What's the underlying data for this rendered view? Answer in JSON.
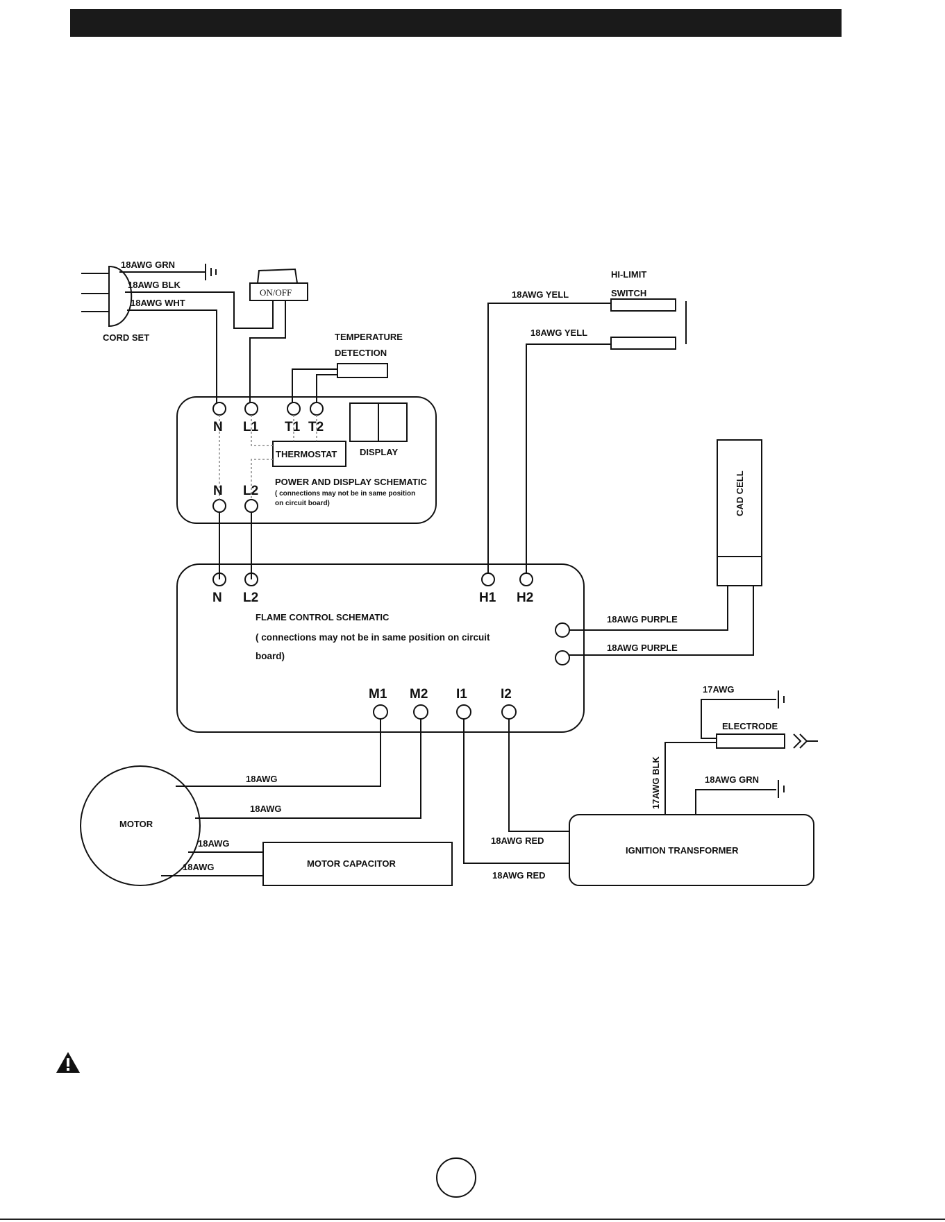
{
  "cord_set": {
    "label": "CORD SET",
    "wire_grn": "18AWG GRN",
    "wire_blk": "18AWG BLK",
    "wire_wht": "18AWG WHT"
  },
  "switch": {
    "label": "ON/OFF"
  },
  "temperature_detection": {
    "line1": "TEMPERATURE",
    "line2": "DETECTION"
  },
  "hi_limit": {
    "line1": "HI-LIMIT",
    "line2": "SWITCH",
    "wire_1": "18AWG YELL",
    "wire_2": "18AWG YELL"
  },
  "power_board": {
    "terminals_top": [
      "N",
      "L1",
      "T1",
      "T2"
    ],
    "terminals_bottom": [
      "N",
      "L2"
    ],
    "thermostat": "THERMOSTAT",
    "display": "DISPLAY",
    "title": "POWER AND DISPLAY SCHEMATIC",
    "note_line1": "( connections may not be in same position",
    "note_line2": "on circuit board)"
  },
  "cad_cell": {
    "label": "CAD CELL",
    "wire_1": "18AWG PURPLE",
    "wire_2": "18AWG PURPLE"
  },
  "flame_board": {
    "terminals_top": [
      "N",
      "L2",
      "H1",
      "H2"
    ],
    "terminals_bottom": [
      "M1",
      "M2",
      "I1",
      "I2"
    ],
    "title": "FLAME CONTROL SCHEMATIC",
    "note_line1": "( connections may not be in same position on circuit",
    "note_line2": "board)"
  },
  "motor": {
    "label": "MOTOR",
    "wire_m1": "18AWG",
    "wire_m2": "18AWG",
    "cap_wire_1": "18AWG",
    "cap_wire_2": "18AWG"
  },
  "motor_capacitor": {
    "label": "MOTOR CAPACITOR"
  },
  "ignition": {
    "label": "IGNITION TRANSFORMER",
    "wire_i2": "18AWG RED",
    "wire_i1": "18AWG RED",
    "electrode": "ELECTRODE",
    "wire_17awg": "17AWG",
    "wire_17awg_blk": "17AWG BLK",
    "wire_grn": "18AWG GRN"
  },
  "colors": {
    "ink": "#111111",
    "header": "#1a1a1a",
    "background": "#ffffff"
  }
}
